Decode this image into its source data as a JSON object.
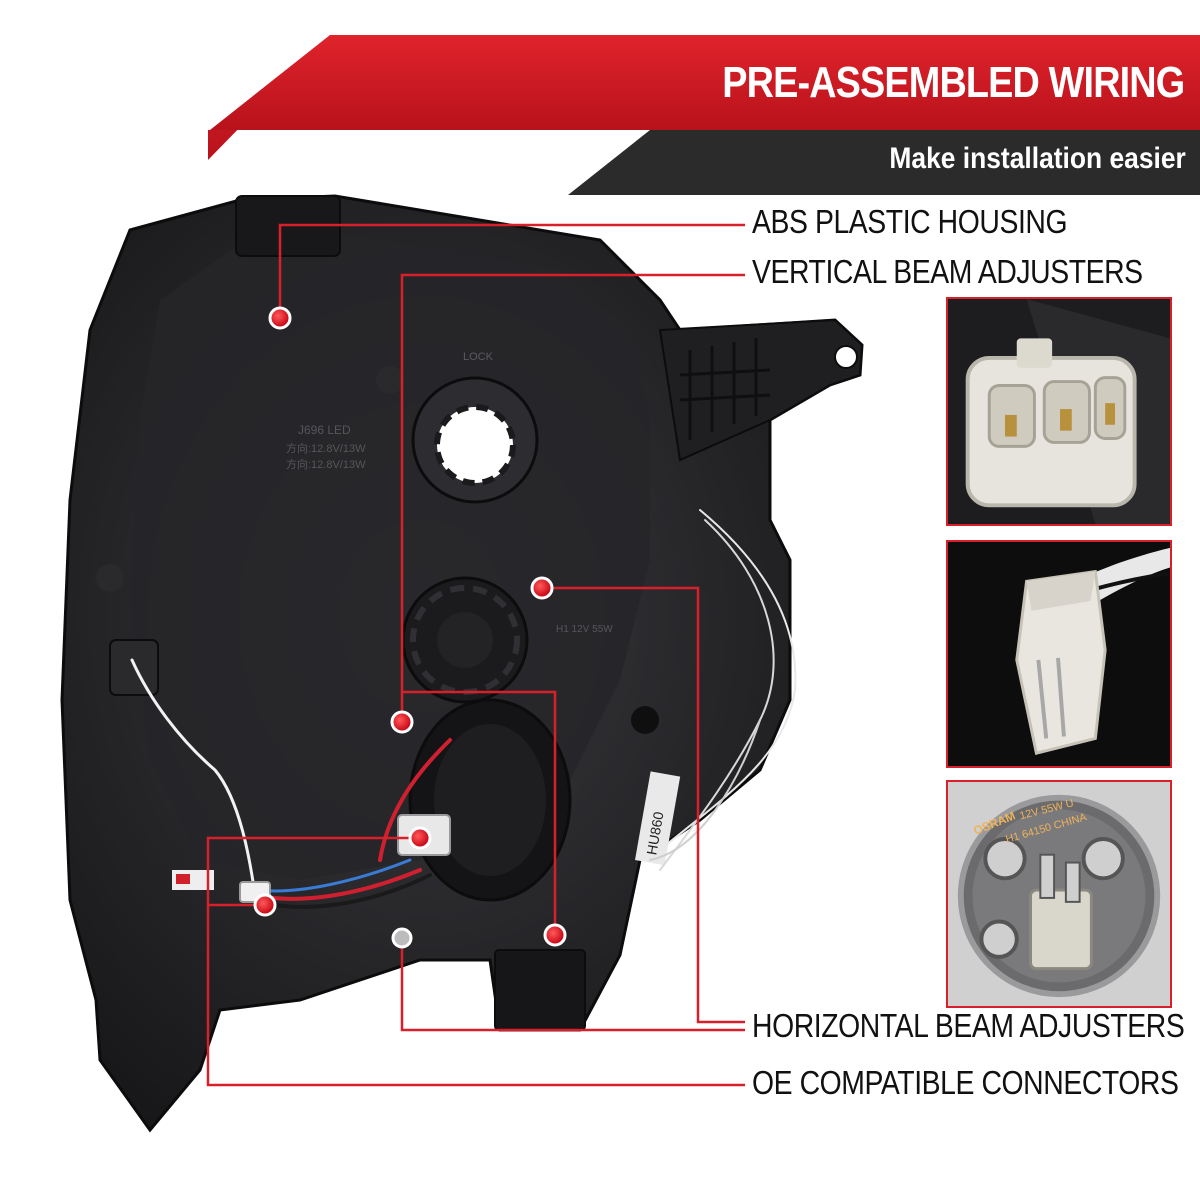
{
  "header": {
    "title": "PRE-ASSEMBLED WIRING",
    "subtitle": "Make installation easier"
  },
  "callouts": {
    "housing": "ABS PLASTIC HOUSING",
    "vertical": "VERTICAL BEAM ADJUSTERS",
    "horizontal": "HORIZONTAL BEAM ADJUSTERS",
    "connectors": "OE COMPATIBLE CONNECTORS"
  },
  "product_markings": {
    "lock": "LOCK",
    "model_code": "J696 LED",
    "power_line_1": "方向:12.8V/13W",
    "power_line_2": "方向:12.8V/13W",
    "bulb_label": "H1 12V 55W",
    "sticker": "HU860",
    "bulb_brand": "OSRAM",
    "bulb_spec": "12V 55W U",
    "bulb_origin": "H1 64150 CHINA"
  },
  "colors": {
    "accent_red": "#d8202a",
    "banner_dark": "#2b2b2b",
    "housing_black": "#1c1c1e",
    "callout_line": "#d8202a"
  },
  "icons": {
    "marker": "red-dot-marker-icon"
  }
}
